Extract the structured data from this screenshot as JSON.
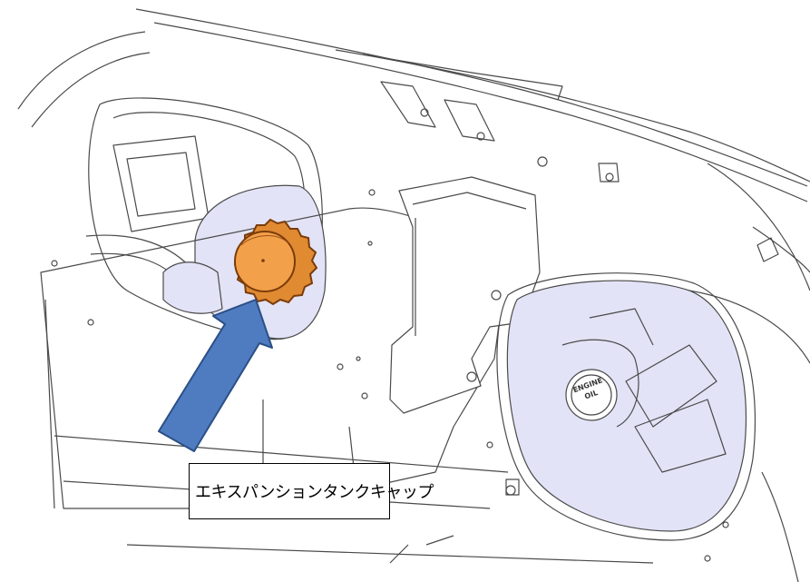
{
  "callout": {
    "label": "エキスパンションタンクキャップ"
  },
  "cap_label": {
    "line1": "ENGINE",
    "line2": "OIL"
  },
  "colors": {
    "cap_fill": "#f3a04a",
    "cap_edge": "#7a3c0a",
    "arrow_fill": "#4f7cc0",
    "arrow_edge": "#2b4f86",
    "highlight_fill": "#e2e3f6",
    "line": "#4a4a4a"
  }
}
